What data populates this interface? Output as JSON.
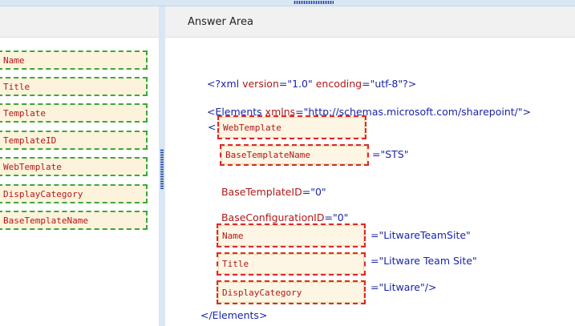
{
  "answer_area": {
    "title": "Answer Area"
  },
  "source_items": [
    "Name",
    "Title",
    "Template",
    "TemplateID",
    "WebTemplate",
    "DisplayCategory",
    "BaseTemplateName"
  ],
  "code": {
    "xml_decl": {
      "open": "<?xml ",
      "version_attr": "version",
      "version_val": "=\"1.0\" ",
      "encoding_attr": "encoding",
      "encoding_val": "=\"utf-8\"",
      "close": "?>"
    },
    "elements_open": {
      "tag": "<Elements ",
      "attr": "xmlns",
      "val": "=\"http://schemas.microsoft.com/sharepoint/\">"
    },
    "lt": "<",
    "base_template_value": "=\"STS\"",
    "base_template_id": {
      "attr": "BaseTemplateID",
      "val": "=\"0\""
    },
    "base_configuration_id": {
      "attr": "BaseConfigurationID",
      "val": "=\"0\""
    },
    "name_value": "=\"LitwareTeamSite\"",
    "title_value": "=\"Litware Team Site\"",
    "category_value": "=\"Litware\"/>",
    "elements_close": "</Elements>"
  },
  "drop_targets": {
    "element_tag": "WebTemplate",
    "base_template": "BaseTemplateName",
    "name": "Name",
    "title": "Title",
    "category": "DisplayCategory"
  }
}
